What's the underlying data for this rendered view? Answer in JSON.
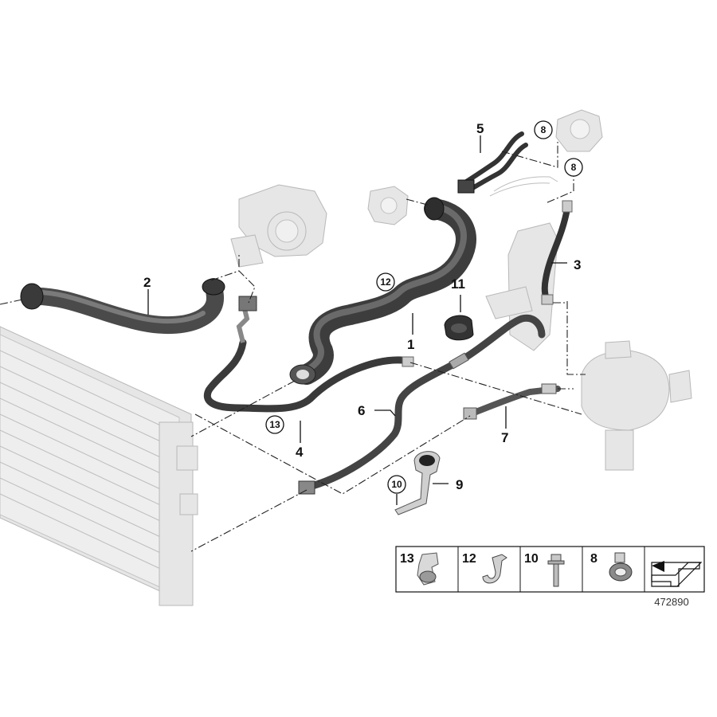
{
  "diagram": {
    "reference_number": "472890",
    "part_labels": {
      "p1": "1",
      "p2": "2",
      "p3": "3",
      "p4": "4",
      "p5": "5",
      "p6": "6",
      "p7": "7",
      "p8": "8",
      "p9": "9",
      "p10": "10",
      "p11": "11",
      "p12": "12",
      "p13": "13"
    },
    "callout_labels": {
      "c8a": "8",
      "c8b": "8",
      "c12": "12",
      "c13": "13",
      "c10": "10"
    },
    "legend": {
      "items": [
        {
          "label": "13",
          "icon": "hose-clamp-icon"
        },
        {
          "label": "12",
          "icon": "hook-clip-icon"
        },
        {
          "label": "10",
          "icon": "bolt-icon"
        },
        {
          "label": "8",
          "icon": "spring-clamp-icon"
        },
        {
          "label": "",
          "icon": "direction-arrow-icon"
        }
      ]
    }
  }
}
